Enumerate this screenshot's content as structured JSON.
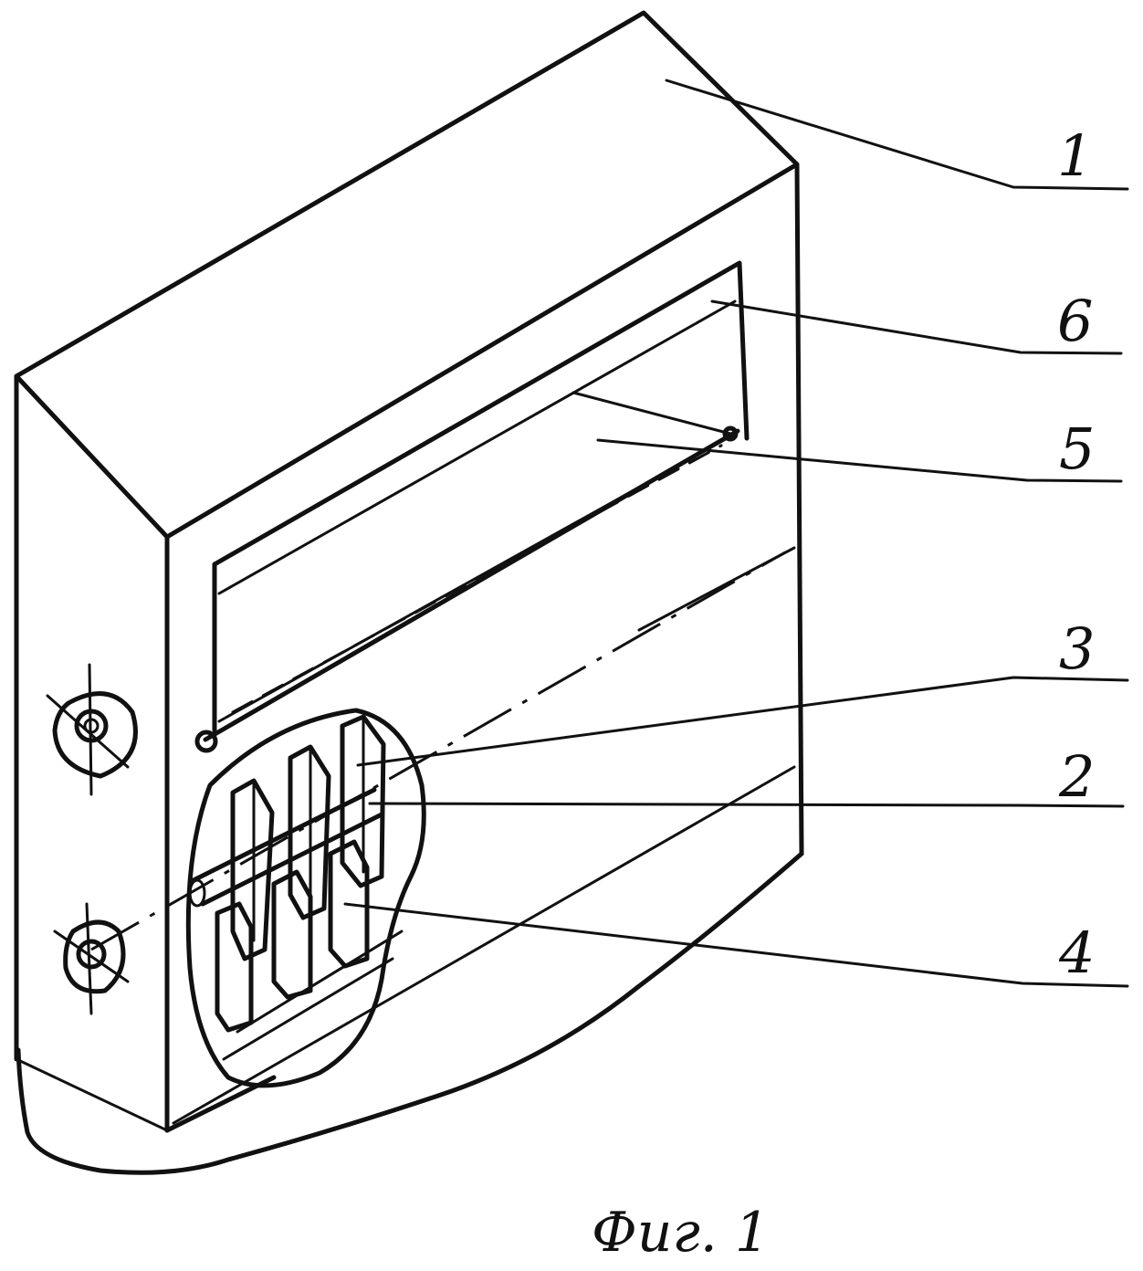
{
  "callouts": [
    {
      "number": "1",
      "part": "housing"
    },
    {
      "number": "6",
      "part": "window-frame"
    },
    {
      "number": "5",
      "part": "screen"
    },
    {
      "number": "3",
      "part": "blade"
    },
    {
      "number": "2",
      "part": "shaft"
    },
    {
      "number": "4",
      "part": "blade-block"
    }
  ],
  "caption": "Фиг. 1"
}
